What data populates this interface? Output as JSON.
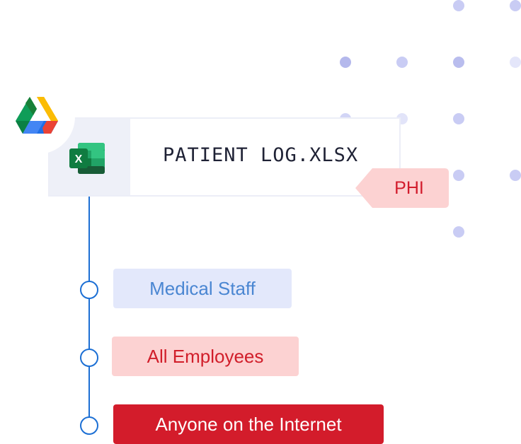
{
  "file": {
    "name": "PATIENT LOG.XLSX",
    "icon": "excel-icon",
    "source_icon": "google-drive-icon"
  },
  "tag": {
    "label": "PHI",
    "color": "#d21c2c",
    "background": "#fcd2d2"
  },
  "sharing_levels": [
    {
      "label": "Medical Staff",
      "color": "#4a86d2",
      "background": "#e3e8fb"
    },
    {
      "label": "All Employees",
      "color": "#d11e2a",
      "background": "#fcd2d2"
    },
    {
      "label": "Anyone on the Internet",
      "color": "#ffffff",
      "background": "#d31c2b"
    }
  ],
  "colors": {
    "timeline": "#1c6fd4",
    "dots": "#c9cdf5"
  }
}
